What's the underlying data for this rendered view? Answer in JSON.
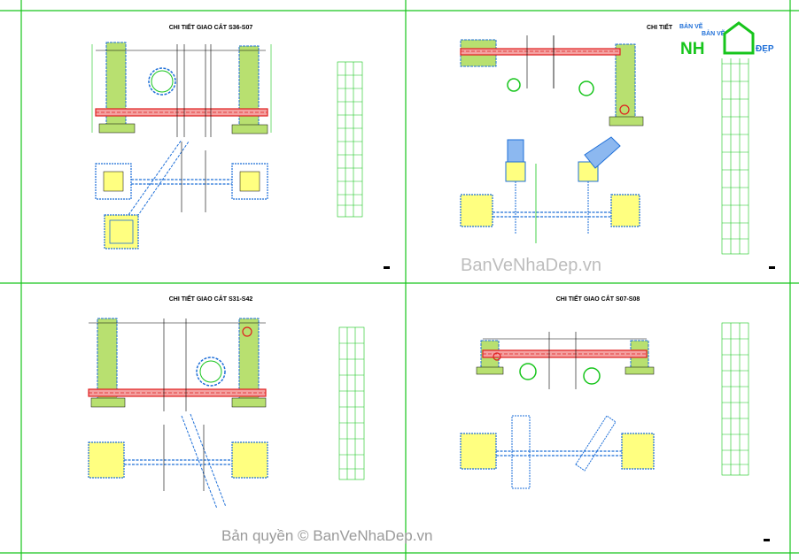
{
  "panels": [
    {
      "title": "CHI TIẾT GIAO CẮT S36-S07"
    },
    {
      "title": "CHI TIẾT"
    },
    {
      "title": "CHI TIẾT GIAO CẮT S31-S42"
    },
    {
      "title": "CHI TIẾT GIAO CẮT S07-S08"
    }
  ],
  "logo": {
    "small_top": "BẢN VẼ",
    "small_mid": "BẢN VẼ",
    "big": "NH",
    "tail": "ĐẸP"
  },
  "watermarks": {
    "main": "BanVeNhaDep.vn",
    "copyright": "Bản quyền © BanVeNhaDep.vn"
  },
  "colors": {
    "frame": "#17c51c",
    "pipe_red": "#e02020",
    "steel_blue": "#1e6fd8",
    "highlight": "#ffff80",
    "concrete_green": "#b8e070",
    "ink": "#000000"
  }
}
